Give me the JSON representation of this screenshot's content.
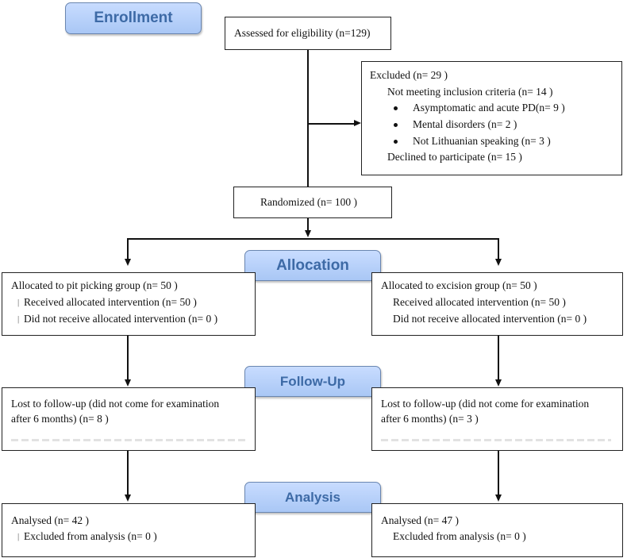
{
  "stages": {
    "enrollment": "Enrollment",
    "allocation": "Allocation",
    "follow_up": "Follow-Up",
    "analysis": "Analysis"
  },
  "assessed": "Assessed for eligibility (n=129)",
  "excluded": {
    "title": "Excluded  (n= 29 )",
    "not_meeting": "Not meeting inclusion criteria (n= 14 )",
    "bullets": [
      "Asymptomatic and acute PD(n= 9 )",
      "Mental disorders (n= 2 )",
      "Not Lithuanian speaking (n= 3 )"
    ],
    "declined": "Declined to participate (n= 15 )"
  },
  "randomized": "Randomized (n= 100 )",
  "left_arm": {
    "allocated": "Allocated to pit picking group (n= 50 )",
    "received": "Received allocated intervention (n= 50 )",
    "not_received": "Did not receive allocated intervention (n= 0 )",
    "lost_line1": "Lost to follow-up (did not come for examination",
    "lost_line2": "after 6 months) (n= 8 )",
    "analysed": "Analysed (n= 42 )",
    "excluded_analysis": "Excluded from analysis (n= 0 )"
  },
  "right_arm": {
    "allocated": "Allocated to excision group (n= 50 )",
    "received": "Received allocated intervention (n= 50 )",
    "not_received": "Did not receive allocated intervention (n= 0 )",
    "lost_line1": "Lost to follow-up (did not come for examination",
    "lost_line2": "after 6 months) (n= 3 )",
    "analysed": "Analysed (n= 47 )",
    "excluded_analysis": "Excluded from analysis (n= 0 )"
  },
  "marker": "|"
}
